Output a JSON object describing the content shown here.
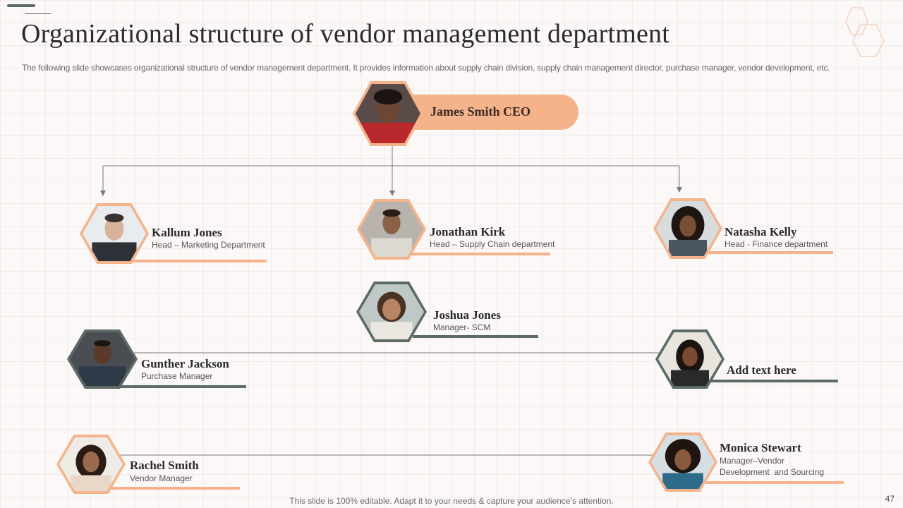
{
  "title": "Organizational structure of vendor management department",
  "subtitle": "The following slide showcases organizational structure of vendor management department. It provides information about supply chain division, supply chain management director, purchase manager, vendor development, etc.",
  "ceo": {
    "name": "James Smith CEO"
  },
  "heads": [
    {
      "name": "Kallum Jones",
      "role": "Head – Marketing Department"
    },
    {
      "name": "Jonathan Kirk",
      "role": "Head – Supply Chain department"
    },
    {
      "name": "Natasha Kelly",
      "role": "Head - Finance department"
    }
  ],
  "members": [
    {
      "name": "Joshua Jones",
      "role": "Manager- SCM"
    },
    {
      "name": "Gunther Jackson",
      "role": "Purchase Manager"
    },
    {
      "name": "Add text here",
      "role": ""
    },
    {
      "name": "Rachel Smith",
      "role": "Vendor Manager"
    },
    {
      "name": "Monica Stewart",
      "role_line1": "Manager–Vendor",
      "role_line2": "Development  and Sourcing"
    }
  ],
  "footer": "This slide is 100% editable. Adapt it to your needs & capture your audience’s attention.",
  "page_number": "47",
  "colors": {
    "peach": "#f5b38c",
    "slate": "#5d6b67",
    "connector": "#7a7a7a",
    "background": "#fbf8f7"
  },
  "icons": [
    "hexagon-outline-icon",
    "arrow-down-icon"
  ]
}
